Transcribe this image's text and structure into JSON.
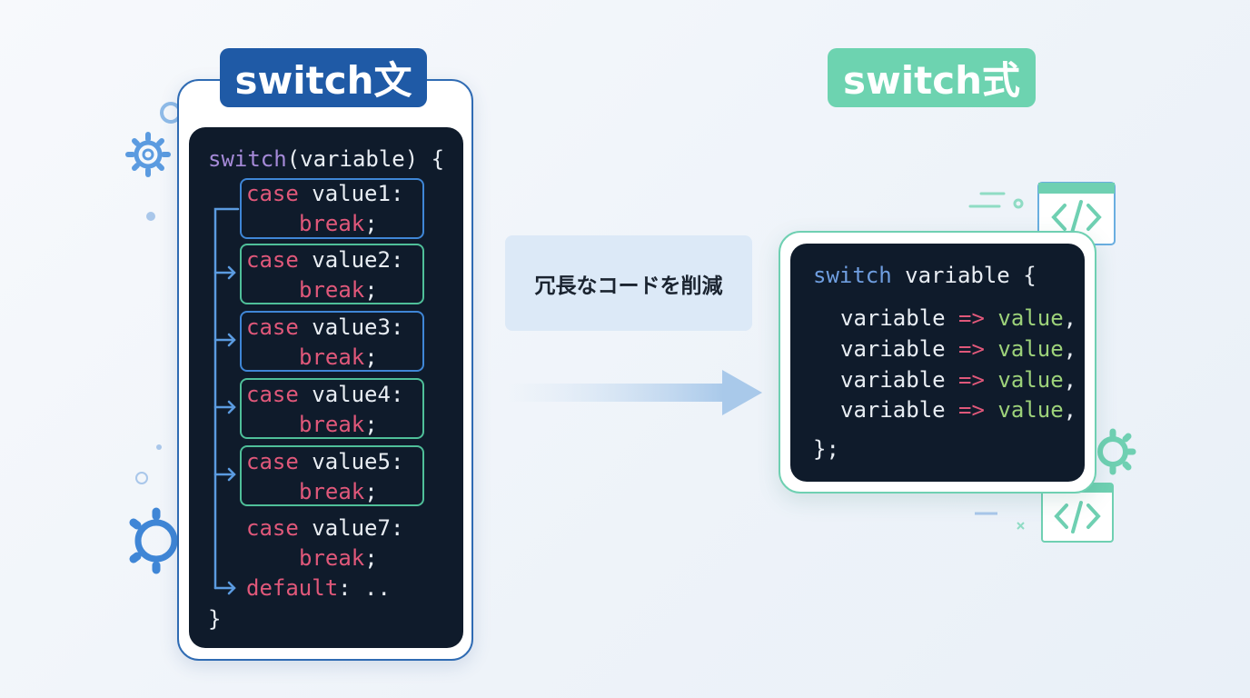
{
  "left": {
    "title": "switch文",
    "lines": {
      "l0_kw": "switch",
      "l0_rest": "(variable) {",
      "cases": [
        {
          "kw": "case",
          "val": " value1:",
          "brk": "break",
          "semi": ";"
        },
        {
          "kw": "case",
          "val": " value2:",
          "brk": "break",
          "semi": ";"
        },
        {
          "kw": "case",
          "val": " value3:",
          "brk": "break",
          "semi": ";"
        },
        {
          "kw": "case",
          "val": " value4:",
          "brk": "break",
          "semi": ";"
        },
        {
          "kw": "case",
          "val": " value5:",
          "brk": "break",
          "semi": ";"
        },
        {
          "kw": "case",
          "val": " value7:",
          "brk": "break",
          "semi": ";"
        }
      ],
      "default_kw": "default",
      "default_rest": ": ..",
      "close": "}"
    }
  },
  "middle": {
    "label": "冗長なコードを削減"
  },
  "right": {
    "title": "switch式",
    "l0_kw": "switch",
    "l0_rest": " variable {",
    "arms": [
      {
        "var": "variable",
        "op": " => ",
        "val": "value",
        "comma": ","
      },
      {
        "var": "variable",
        "op": " => ",
        "val": "value",
        "comma": ","
      },
      {
        "var": "variable",
        "op": " => ",
        "val": "value",
        "comma": ","
      },
      {
        "var": "variable",
        "op": " => ",
        "val": "value",
        "comma": ","
      }
    ],
    "close": "};"
  },
  "colors": {
    "left_accent": "#1f5aa6",
    "right_accent": "#6dd3b0",
    "keyword": "#e0587a",
    "value": "#9dd27a"
  }
}
